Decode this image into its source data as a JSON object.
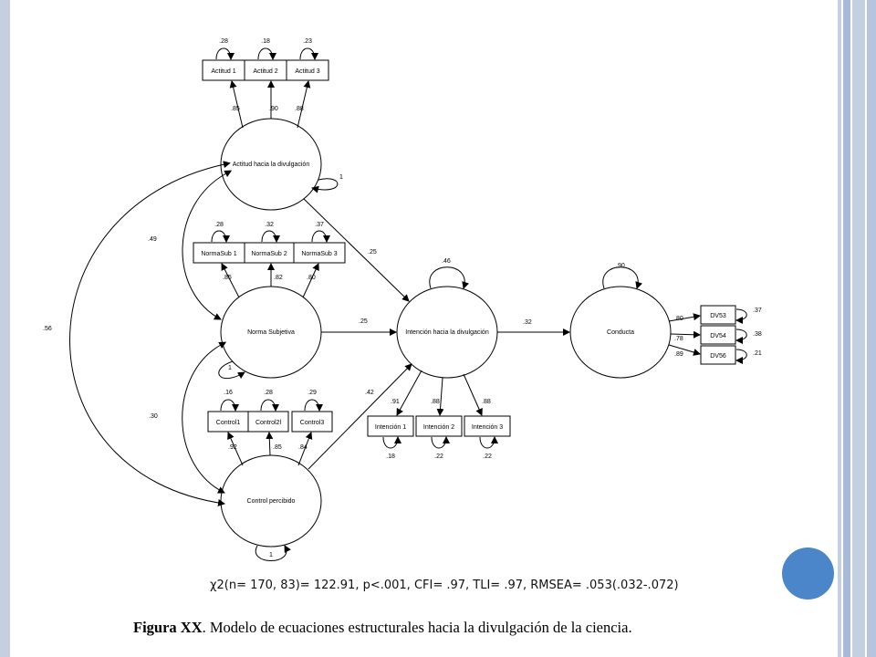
{
  "latent": {
    "actitud": "Actitud hacia la divulgación",
    "norma": "Norma Subjetiva",
    "control": "Control percibido",
    "intencion": "Intención hacia la divulgación",
    "conducta": "Conducta"
  },
  "indicators": {
    "actitud": [
      "Actitud 1",
      "Actitud 2",
      "Actitud 3"
    ],
    "norma": [
      "NormaSub 1",
      "NormaSub 2",
      "NormaSub 3"
    ],
    "control": [
      "Control1",
      "Control2l",
      "Control3"
    ],
    "intencion": [
      "Intención 1",
      "Intención 2",
      "Intención 3"
    ],
    "conducta": [
      "DV53",
      "DV54",
      "DV56"
    ]
  },
  "errors": {
    "actitud": [
      ".28",
      ".18",
      ".23"
    ],
    "norma": [
      ".28",
      ".32",
      ".37"
    ],
    "control": [
      ".16",
      ".28",
      ".29"
    ],
    "intencion": [
      ".18",
      ".22",
      ".22"
    ],
    "conducta": [
      ".37",
      ".38",
      ".21"
    ]
  },
  "loadings": {
    "actitud": [
      ".85",
      ".90",
      ".88"
    ],
    "norma": [
      ".85",
      ".82",
      ".80"
    ],
    "control": [
      ".92",
      ".85",
      ".84"
    ],
    "intencion": [
      ".91",
      ".88",
      ".88"
    ],
    "conducta": [
      ".80",
      ".78",
      ".89"
    ]
  },
  "variances": {
    "actitud": "1",
    "norma": "1",
    "control": "1",
    "intencion": ".46",
    "conducta": ".90"
  },
  "paths": {
    "actitud_intencion": ".25",
    "norma_intencion": ".25",
    "control_intencion": ".42",
    "intencion_conducta": ".32"
  },
  "correlations": {
    "actitud_norma": ".49",
    "actitud_control": ".56",
    "norma_control": ".30"
  },
  "fit": "χ2(n= 170, 83)= 122.91, p<.001, CFI= .97, TLI= .97, RMSEA= .053(.032-.072)",
  "caption": {
    "label": "Figura XX",
    "text": ". Modelo de ecuaciones estructurales hacia la divulgación de la ciencia."
  }
}
